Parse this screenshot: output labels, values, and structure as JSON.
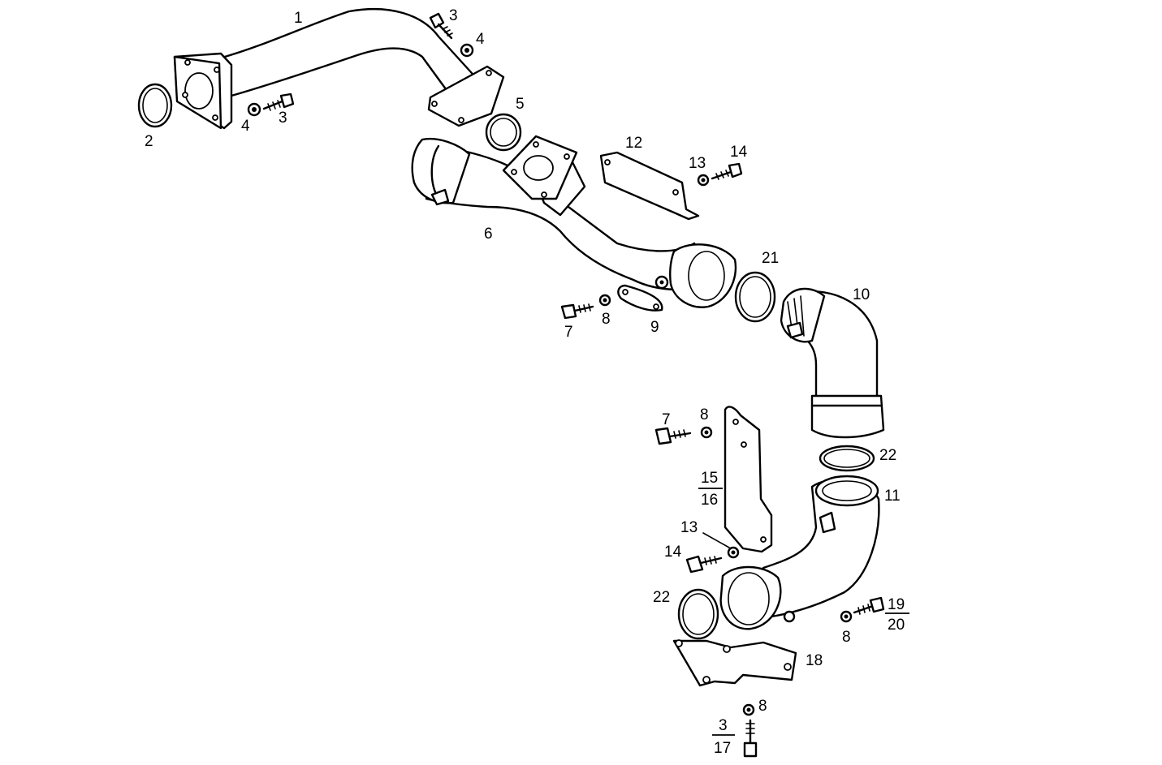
{
  "labels": {
    "l1": "1",
    "l2": "2",
    "l3a": "3",
    "l4a": "4",
    "l4b": "4",
    "l3b": "3",
    "l5": "5",
    "l6": "6",
    "l12": "12",
    "l13a": "13",
    "l14a": "14",
    "l21": "21",
    "l10": "10",
    "l7a": "7",
    "l8a": "8",
    "l9": "9",
    "l7b": "7",
    "l8b": "8",
    "l15": "15",
    "l16": "16",
    "l22a": "22",
    "l11": "11",
    "l13b": "13",
    "l14b": "14",
    "l22b": "22",
    "l19": "19",
    "l20": "20",
    "l8c": "8",
    "l18": "18",
    "l8d": "8",
    "l3c": "3",
    "l17": "17"
  }
}
